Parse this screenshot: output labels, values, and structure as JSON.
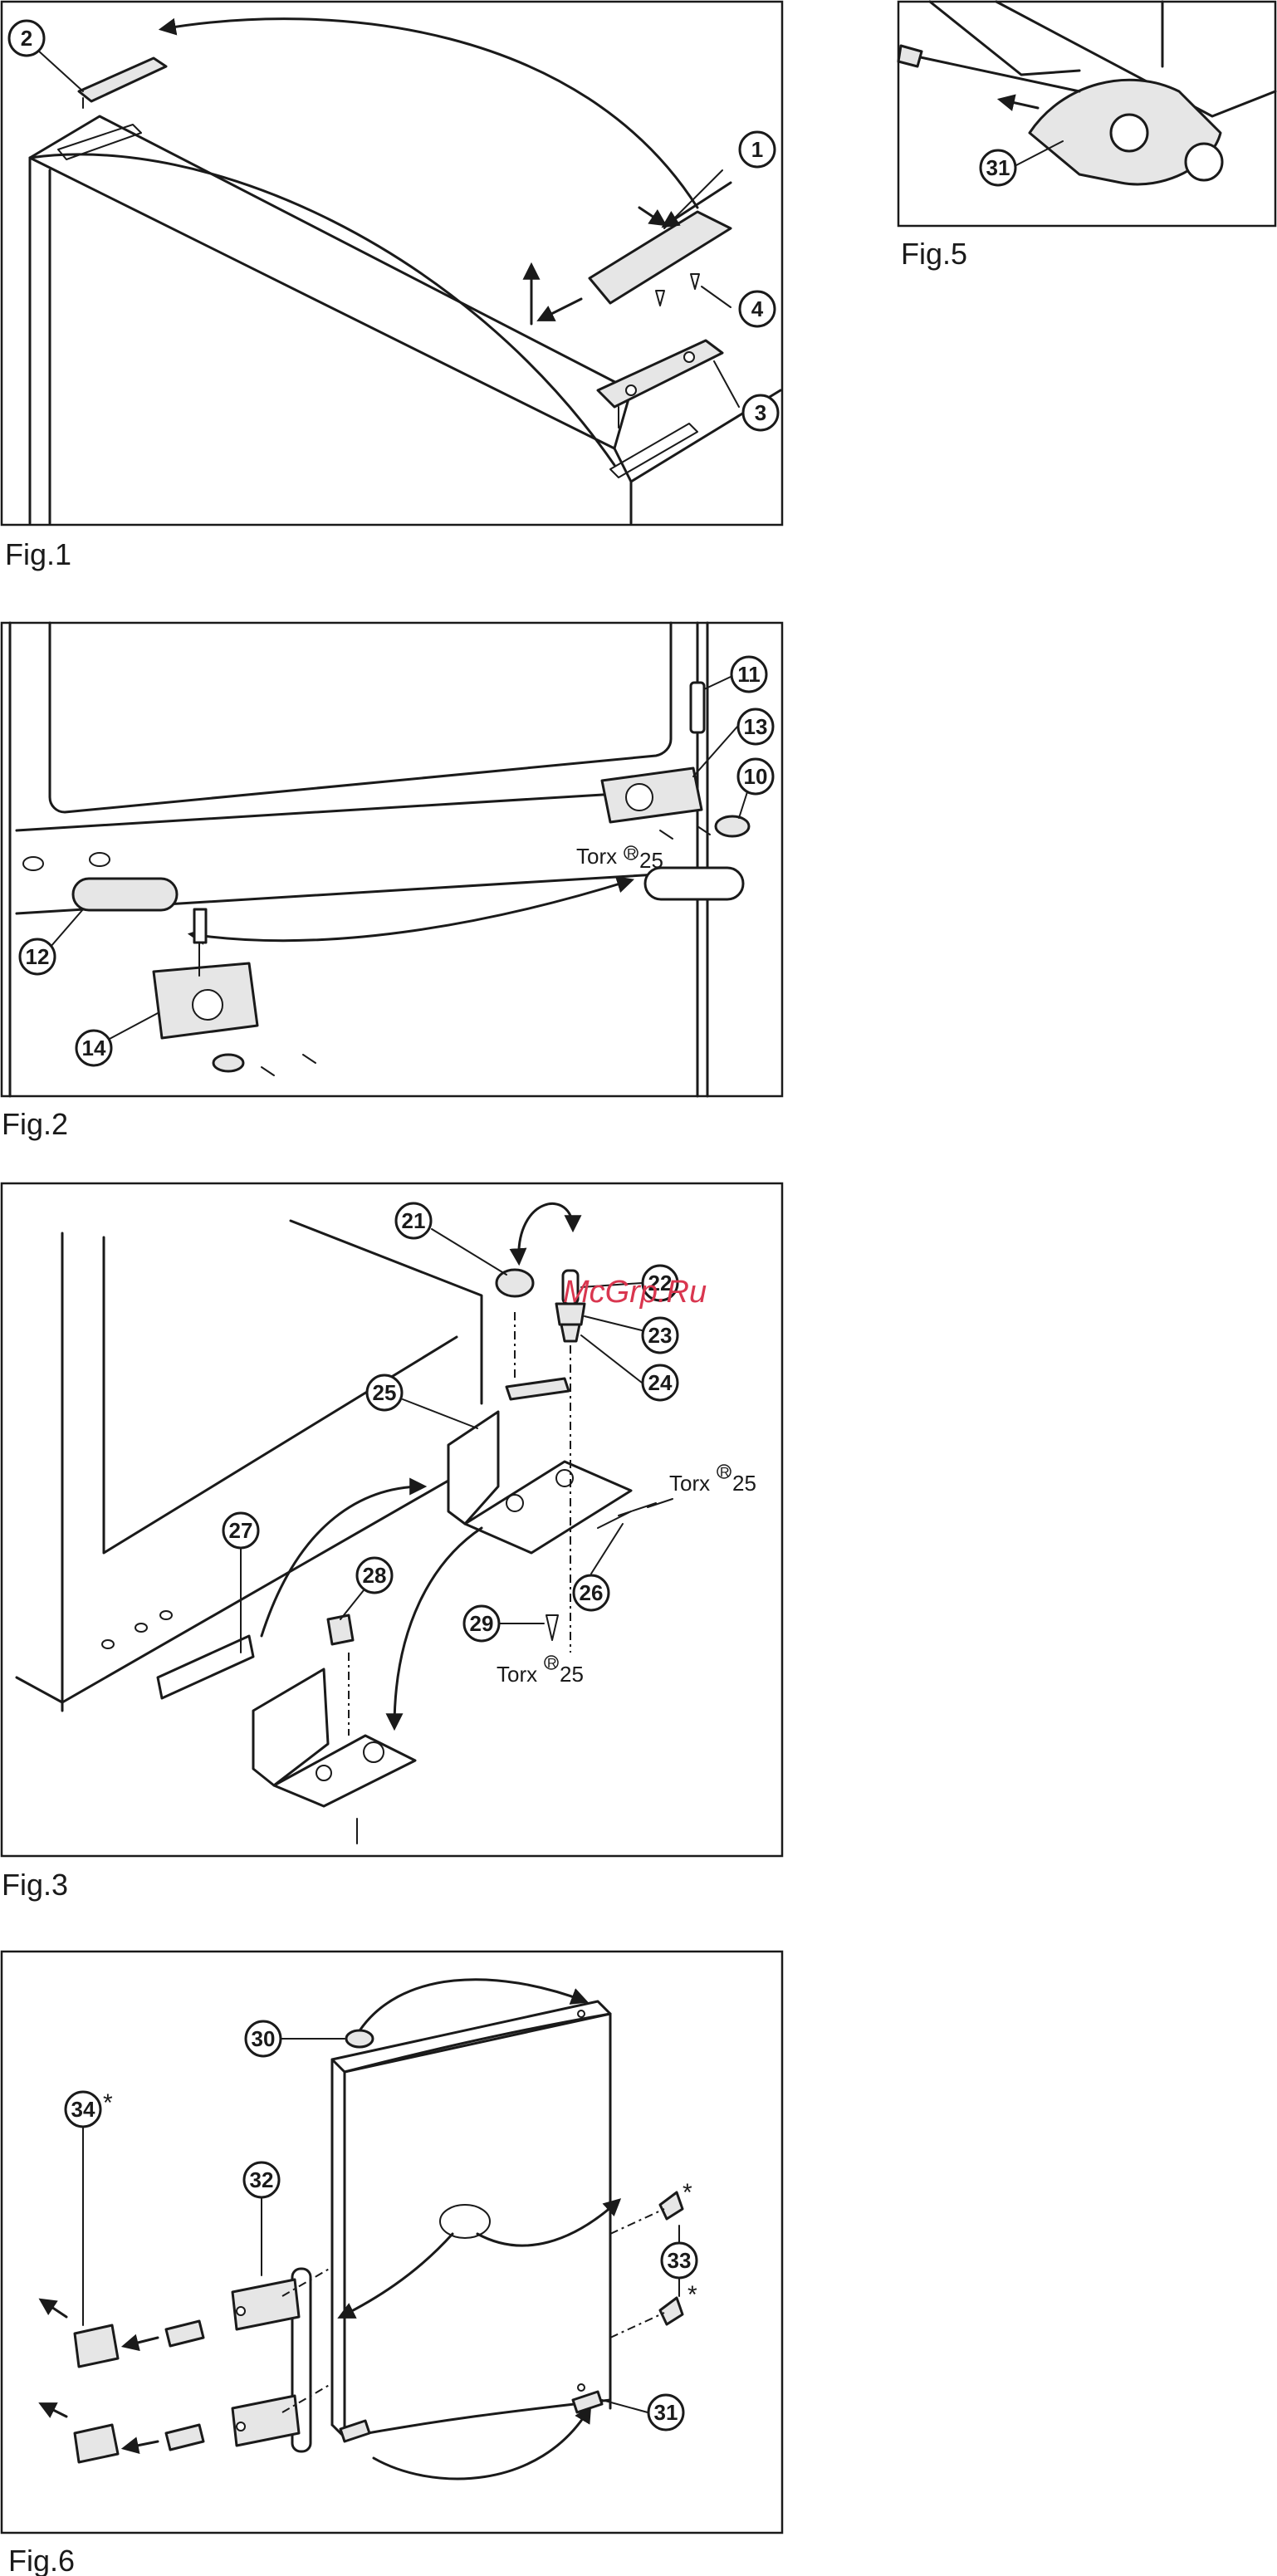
{
  "figures": {
    "fig1": {
      "label": "Fig.1",
      "callouts": [
        "1",
        "2",
        "3",
        "4"
      ]
    },
    "fig2": {
      "label": "Fig.2",
      "callouts": [
        "10",
        "11",
        "12",
        "13",
        "14"
      ],
      "torx_text": "Torx",
      "torx_mark": "R",
      "torx_size": "25"
    },
    "fig3": {
      "label": "Fig.3",
      "callouts": [
        "21",
        "22",
        "23",
        "24",
        "25",
        "26",
        "27",
        "28",
        "29"
      ],
      "torx_text": "Torx",
      "torx_mark": "R",
      "torx_size": "25"
    },
    "fig5": {
      "label": "Fig.5",
      "callouts": [
        "31"
      ]
    },
    "fig6": {
      "label": "Fig.6",
      "callouts": [
        "30",
        "31",
        "32",
        "33",
        "34"
      ],
      "asterisk": "*"
    }
  },
  "watermark": "McGrp.Ru"
}
